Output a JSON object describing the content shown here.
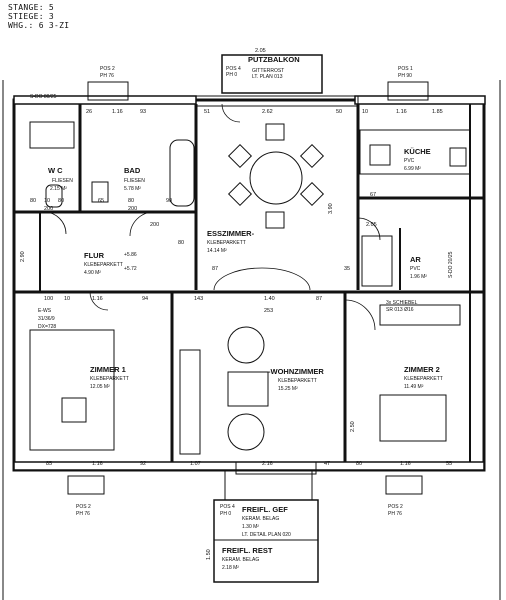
{
  "header": {
    "line1": "STANGE: 5",
    "line2": "STIEGE: 3",
    "line3": "WHG.: 6  3-ZI"
  },
  "rooms": {
    "wc": {
      "name": "W C",
      "floor": "FLIESEN",
      "area": "2.15 M²"
    },
    "bad": {
      "name": "BAD",
      "floor": "FLIESEN",
      "area": "5.78 M²"
    },
    "ess": {
      "name": "ESSZIMMER-",
      "floor": "KLEBEPARKETT",
      "area": "14.14 M²"
    },
    "kueche": {
      "name": "KÜCHE",
      "floor": "PVC",
      "area": "6.99 M²"
    },
    "flur": {
      "name": "FLUR",
      "floor": "KLEBEPARKETT",
      "area": "4.90 M²"
    },
    "ar": {
      "name": "AR",
      "floor": "PVC",
      "area": "1.96 M²"
    },
    "z1": {
      "name": "ZIMMER 1",
      "floor": "KLEBEPARKETT",
      "area": "12.05 M²"
    },
    "wohn": {
      "name": "-WOHNZIMMER",
      "floor": "KLEBEPARKETT",
      "area": "15.25 M²"
    },
    "z2": {
      "name": "ZIMMER 2",
      "floor": "KLEBEPARKETT",
      "area": "11.49 M²"
    },
    "balkon": {
      "name": "PUTZBALKON",
      "pos": "POS 4",
      "ph": "PH 0",
      "note1": "GITTERROST",
      "note2": "LT. PLAN 013"
    },
    "freigef": {
      "name": "FREIFL. GEF",
      "floor": "KERAM. BELAG",
      "area": "1.30 M²",
      "note": "LT. DETAIL PLAN 020"
    },
    "freirest": {
      "name": "FREIFL. REST",
      "floor": "KERAM. BELAG",
      "area": "2.18 M²"
    }
  },
  "labels": {
    "ews1": "E-WS",
    "ews2": "31/36/9",
    "ews3": "DX=728",
    "sdo1": "S-DO 80/25",
    "sdo2": "S-DO 20/25",
    "schiebe1": "3x SCHIEBEL",
    "schiebe2": "SR 013 Ø16",
    "pos2": "POS 2",
    "ph76a": "PH 76",
    "pos1": "POS 1",
    "ph90": "PH 90",
    "pos2b": "POS 2",
    "ph76b": "PH 76",
    "pos4b": "POS 4",
    "ph0b": "PH 0",
    "pos2c": "POS 2",
    "ph76c": "PH 76",
    "h186": "+5.86",
    "h572": "+5.72"
  },
  "dims": {
    "d205": "2.05",
    "d26": "26",
    "d116a": "1.16",
    "d93": "93",
    "d51": "51",
    "d262": "2.62",
    "d50": "50",
    "d10": "10",
    "d116b": "1.16",
    "d185": "1.85",
    "d80": "80",
    "d10b": "10",
    "d80b": "80",
    "d65": "65",
    "d80c": "80",
    "d200a": "200",
    "d90": "90",
    "d200b": "200",
    "d200c": "200",
    "d67": "67",
    "d205b": "2.05",
    "d80e": "80",
    "d390": "3.90",
    "d87": "87",
    "d35": "35",
    "d100": "100",
    "d10c": "10",
    "d116c": "1.16",
    "d94": "94",
    "d143": "143",
    "d140": "1.40",
    "d87b": "87",
    "d253": "253",
    "d85": "85",
    "d116d": "1.16",
    "d92": "92",
    "d107": "1.07",
    "d216": "2.16",
    "d47": "47",
    "d80f": "80",
    "d116e": "1.16",
    "d55": "55",
    "d250": "2.50",
    "d290": "2.90",
    "d150": "1.50"
  }
}
